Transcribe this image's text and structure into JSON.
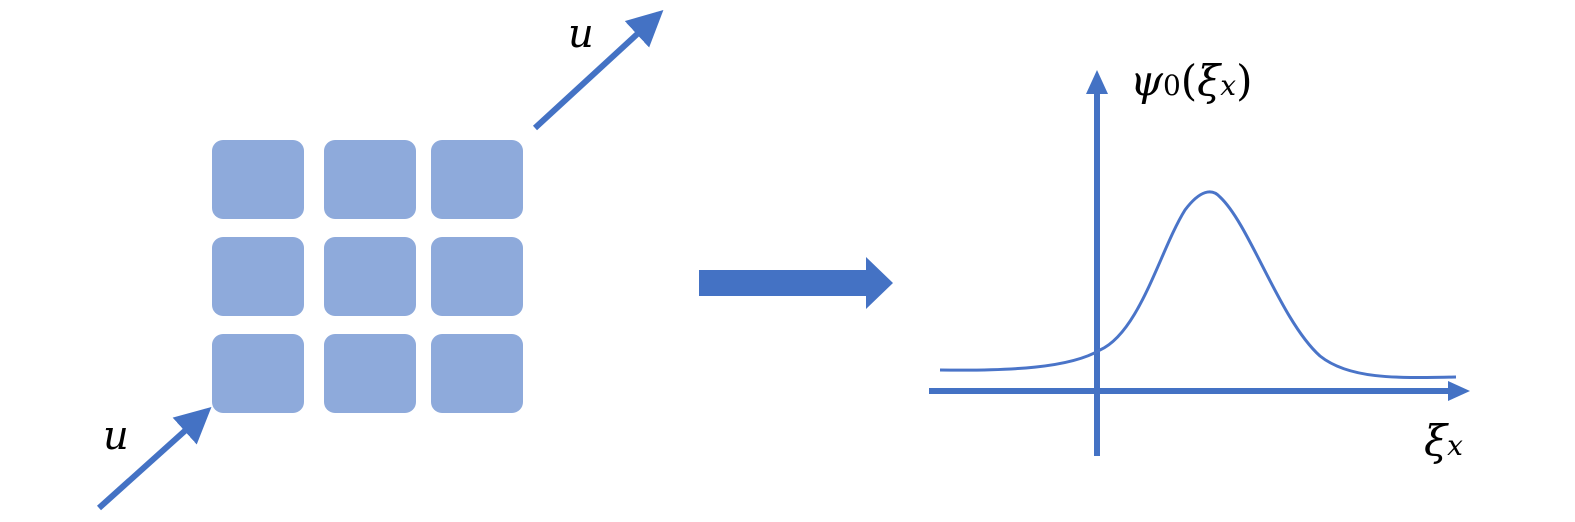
{
  "colors": {
    "tile": "#8eaadb",
    "stroke": "#4472c4",
    "curve": "#4a74c8",
    "text": "#000000"
  },
  "lattice": {
    "rows": 3,
    "cols": 3
  },
  "labels": {
    "u_top": "u",
    "u_bottom": "u",
    "psi_func": "ψ",
    "psi_index": "0",
    "psi_open": "(",
    "psi_xi": "ξ",
    "psi_xi_sub": "x",
    "psi_close": ")",
    "xi_axis": "ξ",
    "xi_axis_sub": "x"
  },
  "icons": {
    "transform": "right-block-arrow-icon",
    "momentum_in": "arrow-icon",
    "momentum_out": "arrow-icon"
  }
}
